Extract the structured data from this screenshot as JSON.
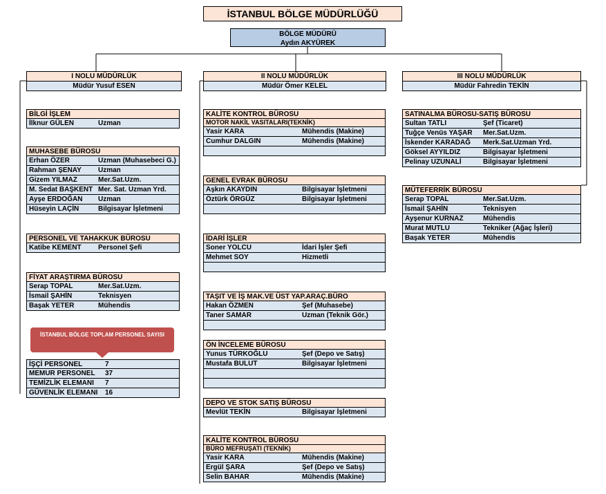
{
  "title": "İSTANBUL BÖLGE MÜDÜRLÜĞÜ",
  "regional_manager": {
    "role": "BÖLGE MÜDÜRÜ",
    "name": "Aydın AKYÜREK"
  },
  "directorates": [
    {
      "name": "I NOLU MÜDÜRLÜK",
      "head": "Müdür Yusuf ESEN"
    },
    {
      "name": "II NOLU MÜDÜRLÜK",
      "head": "Müdür Ömer KELEL"
    },
    {
      "name": "III NOLU MÜDÜRLÜK",
      "head": "Müdür Fahredin TEKİN"
    }
  ],
  "departments": [
    {
      "title": "BİLGİ İŞLEM",
      "rows": [
        {
          "name": "İlknur GÜLEN",
          "role": "Uzman"
        }
      ]
    },
    {
      "title": "MUHASEBE BÜROSU",
      "rows": [
        {
          "name": "Erhan ÖZER",
          "role": "Uzman (Muhasebeci G.)"
        },
        {
          "name": "Rahman ŞENAY",
          "role": "Uzman"
        },
        {
          "name": "Gizem YILMAZ",
          "role": "Mer.Sat.Uzm."
        },
        {
          "name": "M. Sedat BAŞKENT",
          "role": "Mer. Sat. Uzman Yrd."
        },
        {
          "name": "Ayşe ERDOĞAN",
          "role": "Uzman"
        },
        {
          "name": "Hüseyin LAÇİN",
          "role": "Bilgisayar İşletmeni"
        }
      ]
    },
    {
      "title": "PERSONEL VE TAHAKKUK BÜROSU",
      "rows": [
        {
          "name": "Katibe KEMENT",
          "role": "Personel Şefi"
        }
      ]
    },
    {
      "title": "FİYAT ARAŞTIRMA BÜROSU",
      "rows": [
        {
          "name": "Serap TOPAL",
          "role": "Mer.Sat.Uzm."
        },
        {
          "name": "İsmail ŞAHİN",
          "role": "Teknisyen"
        },
        {
          "name": "Başak YETER",
          "role": "Mühendis"
        }
      ]
    },
    {
      "title": "KALİTE KONTROL BÜROSU",
      "sub": "MOTOR NAKİL VASITALARI(TEKNİK)",
      "rows": [
        {
          "name": "Yasir KARA",
          "role": "Mühendis (Makine)"
        },
        {
          "name": "Cumhur DALGIN",
          "role": "Mühendis (Makine)"
        },
        {
          "name": "",
          "role": ""
        }
      ]
    },
    {
      "title": "GENEL EVRAK BÜROSU",
      "rows": [
        {
          "name": "Aşkın AKAYDIN",
          "role": "Bilgisayar İşletmeni"
        },
        {
          "name": "Öztürk ÖRGÜZ",
          "role": "Bilgisayar İşletmeni"
        },
        {
          "name": "",
          "role": ""
        }
      ]
    },
    {
      "title": "İDARİ İŞLER",
      "rows": [
        {
          "name": "Soner YOLCU",
          "role": "İdari İşler Şefi"
        },
        {
          "name": "Mehmet SOY",
          "role": "Hizmetli"
        },
        {
          "name": "",
          "role": ""
        }
      ]
    },
    {
      "title": "TAŞIT VE İŞ MAK.VE ÜST YAP.ARAÇ.BÜRO",
      "rows": [
        {
          "name": "Hakan ÖZMEN",
          "role": "Şef (Muhasebe)"
        },
        {
          "name": "Taner SAMAR",
          "role": "Uzman (Teknik Gör.)"
        },
        {
          "name": "",
          "role": ""
        }
      ]
    },
    {
      "title": "ÖN İNCELEME BÜROSU",
      "rows": [
        {
          "name": "Yunus TÜRKOĞLU",
          "role": "Şef (Depo ve Satış)"
        },
        {
          "name": "Mustafa BULUT",
          "role": "Bilgisayar İşletmeni"
        },
        {
          "name": "",
          "role": ""
        },
        {
          "name": "",
          "role": ""
        }
      ]
    },
    {
      "title": "DEPO VE STOK SATIŞ BÜROSU",
      "rows": [
        {
          "name": "Mevlüt TEKİN",
          "role": "Bilgisayar İşletmeni"
        }
      ]
    },
    {
      "title": "KALİTE KONTROL BÜROSU",
      "sub": "BÜRO MEFRUŞATI (TEKNİK)",
      "rows": [
        {
          "name": "Yasir KARA",
          "role": "Mühendis (Makine)"
        },
        {
          "name": "Ergül ŞARA",
          "role": "Şef (Depo ve Satış)"
        },
        {
          "name": "Selin BAHAR",
          "role": "Mühendis (Makine)"
        }
      ]
    },
    {
      "title": "SATINALMA BÜROSU-SATIŞ BÜROSU",
      "rows": [
        {
          "name": "Sultan TATLI",
          "role": "Şef (Ticaret)"
        },
        {
          "name": "Tuğçe Venüs YAŞAR",
          "role": "Mer.Sat.Uzm."
        },
        {
          "name": "İskender KARADAĞ",
          "role": "Merk.Sat.Uzman Yrd."
        },
        {
          "name": "Göksel AYYILDIZ",
          "role": "Bilgisayar İşletmeni"
        },
        {
          "name": "Pelinay UZUNALİ",
          "role": "Bilgisayar İşletmeni"
        }
      ]
    },
    {
      "title": "MÜTEFERRİK BÜROSU",
      "rows": [
        {
          "name": "Serap TOPAL",
          "role": "Mer.Sat.Uzm."
        },
        {
          "name": "İsmail ŞAHİN",
          "role": "Teknisyen"
        },
        {
          "name": "Ayşenur KURNAZ",
          "role": "Mühendis"
        },
        {
          "name": "Murat MUTLU",
          "role": "Tekniker (Ağaç İşleri)"
        },
        {
          "name": "Başak YETER",
          "role": "Mühendis"
        }
      ]
    }
  ],
  "staff_summary": {
    "title": "İSTANBUL BÖLGE TOPLAM PERSONEL SAYISI",
    "rows": [
      {
        "name": "İŞÇİ PERSONEL",
        "role": "7"
      },
      {
        "name": "MEMUR PERSONEL",
        "role": "37"
      },
      {
        "name": "TEMİZLİK ELEMANI",
        "role": "7"
      },
      {
        "name": "GÜVENLİK ELEMANI",
        "role": "16"
      }
    ]
  },
  "colors": {
    "header_fill": "#fce4d6",
    "row_fill": "#dce6f1",
    "manager_fill": "#b8cce4",
    "banner_fill": "#c0504d"
  }
}
